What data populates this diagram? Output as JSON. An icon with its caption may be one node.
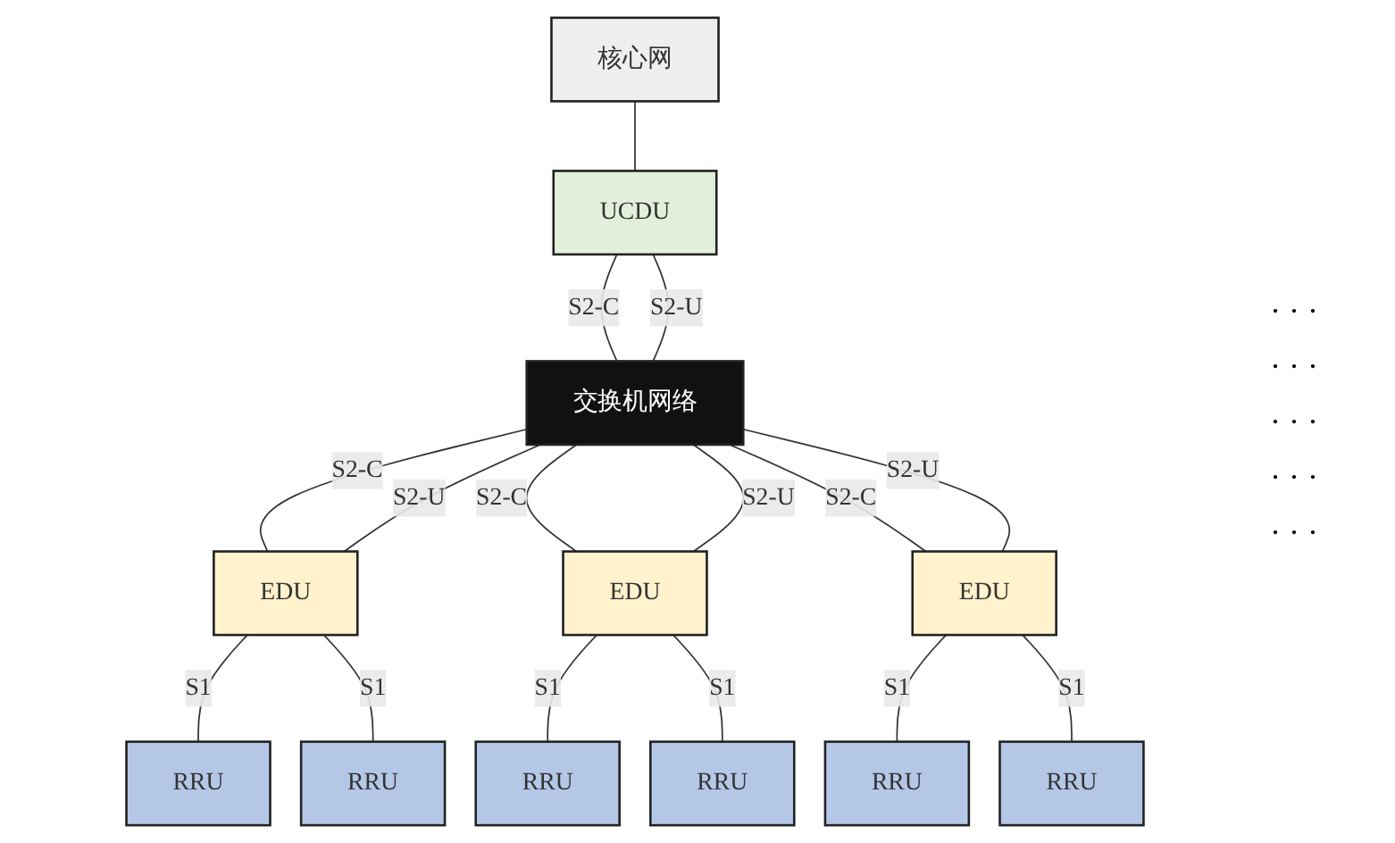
{
  "diagram": {
    "nodes": [
      {
        "text": [
          "核心网"
        ]
      },
      {
        "text": [
          "UCDU"
        ]
      },
      {
        "text": [
          "交换机网络"
        ]
      },
      {
        "text": [
          "EDU"
        ]
      },
      {
        "text": [
          "EDU"
        ]
      },
      {
        "text": [
          "EDU"
        ]
      },
      {
        "text": [
          "RRU"
        ]
      },
      {
        "text": [
          "RRU"
        ]
      },
      {
        "text": [
          "RRU"
        ]
      },
      {
        "text": [
          "RRU"
        ]
      },
      {
        "text": [
          "RRU"
        ]
      },
      {
        "text": [
          "RRU"
        ]
      }
    ],
    "edges": [
      {
        "from": 0,
        "to": 1,
        "arrow": "none"
      },
      {
        "from": 1,
        "to": 2,
        "arrow": "none",
        "label": "S2-C"
      },
      {
        "from": 1,
        "to": 2,
        "arrow": "none",
        "label": "S2-U"
      },
      {
        "from": 2,
        "to": 3,
        "arrow": "none",
        "label": "S2-C"
      },
      {
        "from": 2,
        "to": 3,
        "arrow": "none",
        "label": "S2-U"
      },
      {
        "from": 2,
        "to": 4,
        "arrow": "none",
        "label": "S2-C"
      },
      {
        "from": 2,
        "to": 4,
        "arrow": "none",
        "label": "S2-U"
      },
      {
        "from": 2,
        "to": 5,
        "arrow": "none",
        "label": "S2-C"
      },
      {
        "from": 2,
        "to": 5,
        "arrow": "none",
        "label": "S2-U"
      },
      {
        "from": 3,
        "to": 6,
        "arrow": "none",
        "label": "S1"
      },
      {
        "from": 3,
        "to": 7,
        "arrow": "none",
        "label": "S1"
      },
      {
        "from": 4,
        "to": 8,
        "arrow": "none",
        "label": "S1"
      },
      {
        "from": 4,
        "to": 9,
        "arrow": "none",
        "label": "S1"
      },
      {
        "from": 5,
        "to": 10,
        "arrow": "none",
        "label": "S1"
      },
      {
        "from": 5,
        "to": 11,
        "arrow": "none",
        "label": "S1"
      }
    ],
    "labels": [
      "· · ·",
      "· · ·",
      "· · ·",
      "· · ·",
      "· · ·"
    ]
  }
}
